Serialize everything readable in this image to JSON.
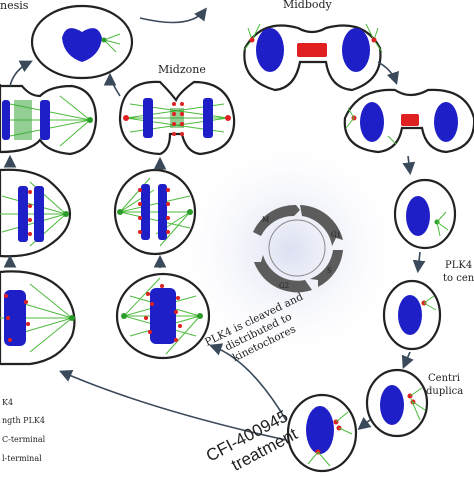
{
  "labels": {
    "cytokinesis": "nesis",
    "midzone": "Midzone",
    "midbody": "Midbody",
    "plk4_recruit_line1": "PLK4 i",
    "plk4_recruit_line2": "to cen",
    "centriole_line1": "Centri",
    "centriole_line2": "duplica",
    "plk4_cleaved_line1": "PLK4 is cleaved and",
    "plk4_cleaved_line2": "distributed to",
    "plk4_cleaved_line3": "kinetochores",
    "treatment_line1": "CFI-400945",
    "treatment_line2": "treatment"
  },
  "cell_cycle": {
    "phases": [
      "M",
      "G1",
      "S",
      "G2"
    ]
  },
  "legend": {
    "items": [
      "K4",
      "ngth PLK4",
      "C-terminal",
      "l-terminal"
    ]
  },
  "colors": {
    "nucleus": "#1f1fc8",
    "microtubule": "#4cbb3c",
    "plk4_red": "#e02020",
    "centrosome_green": "#2a9a2a",
    "arrow": "#3a4a5a",
    "ring": "#5c5c5c"
  }
}
